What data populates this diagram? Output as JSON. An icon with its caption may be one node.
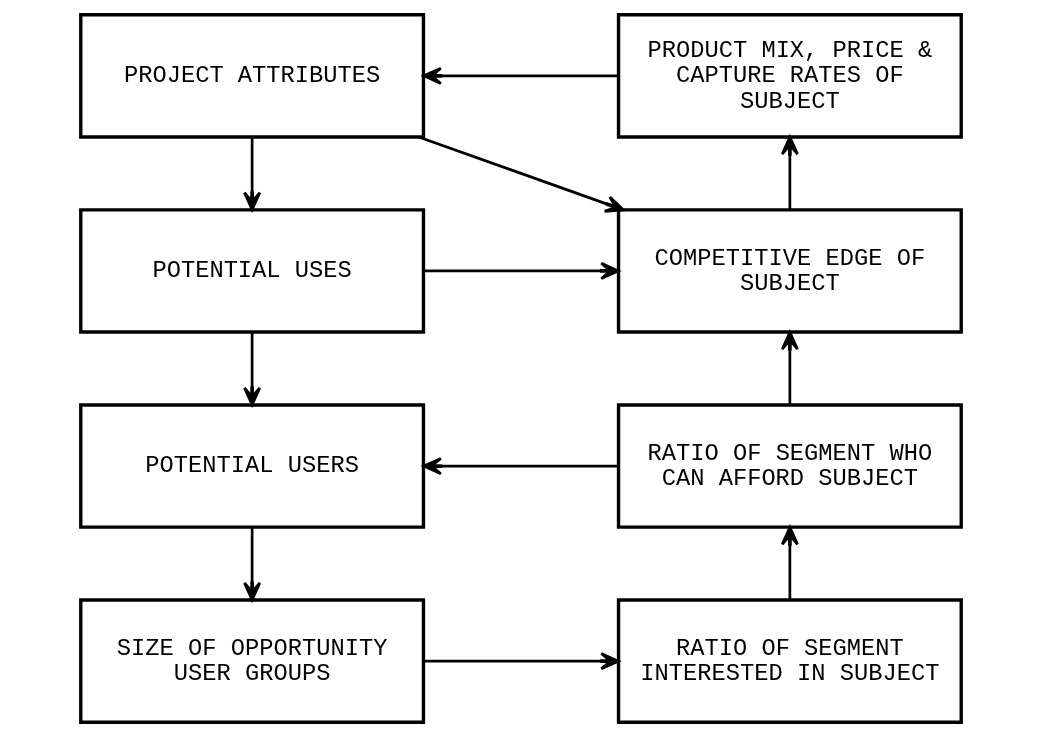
{
  "diagram": {
    "nodes": [
      {
        "text": [
          "PROJECT ATTRIBUTES"
        ]
      },
      {
        "text": [
          "PRODUCT MIX, PRICE & CAPTURE RATES OF SUBJECT"
        ]
      },
      {
        "text": [
          "POTENTIAL USES"
        ]
      },
      {
        "text": [
          "COMPETITIVE EDGE OF SUBJECT"
        ]
      },
      {
        "text": [
          "POTENTIAL USERS"
        ]
      },
      {
        "text": [
          "RATIO OF SEGMENT WHO CAN AFFORD SUBJECT"
        ]
      },
      {
        "text": [
          "SIZE OF OPPORTUNITY USER GROUPS"
        ]
      },
      {
        "text": [
          "RATIO OF SEGMENT INTERESTED IN SUBJECT"
        ]
      }
    ],
    "edges": [
      {
        "from": 1,
        "to": 0,
        "arrow": "to"
      },
      {
        "from": 0,
        "to": 2,
        "arrow": "to"
      },
      {
        "from": 0,
        "to": 3,
        "arrow": "to"
      },
      {
        "from": 2,
        "to": 3,
        "arrow": "to"
      },
      {
        "from": 3,
        "to": 1,
        "arrow": "to"
      },
      {
        "from": 2,
        "to": 4,
        "arrow": "to"
      },
      {
        "from": 5,
        "to": 4,
        "arrow": "to"
      },
      {
        "from": 5,
        "to": 3,
        "arrow": "to"
      },
      {
        "from": 4,
        "to": 6,
        "arrow": "to"
      },
      {
        "from": 6,
        "to": 7,
        "arrow": "to"
      },
      {
        "from": 7,
        "to": 5,
        "arrow": "to"
      }
    ]
  }
}
